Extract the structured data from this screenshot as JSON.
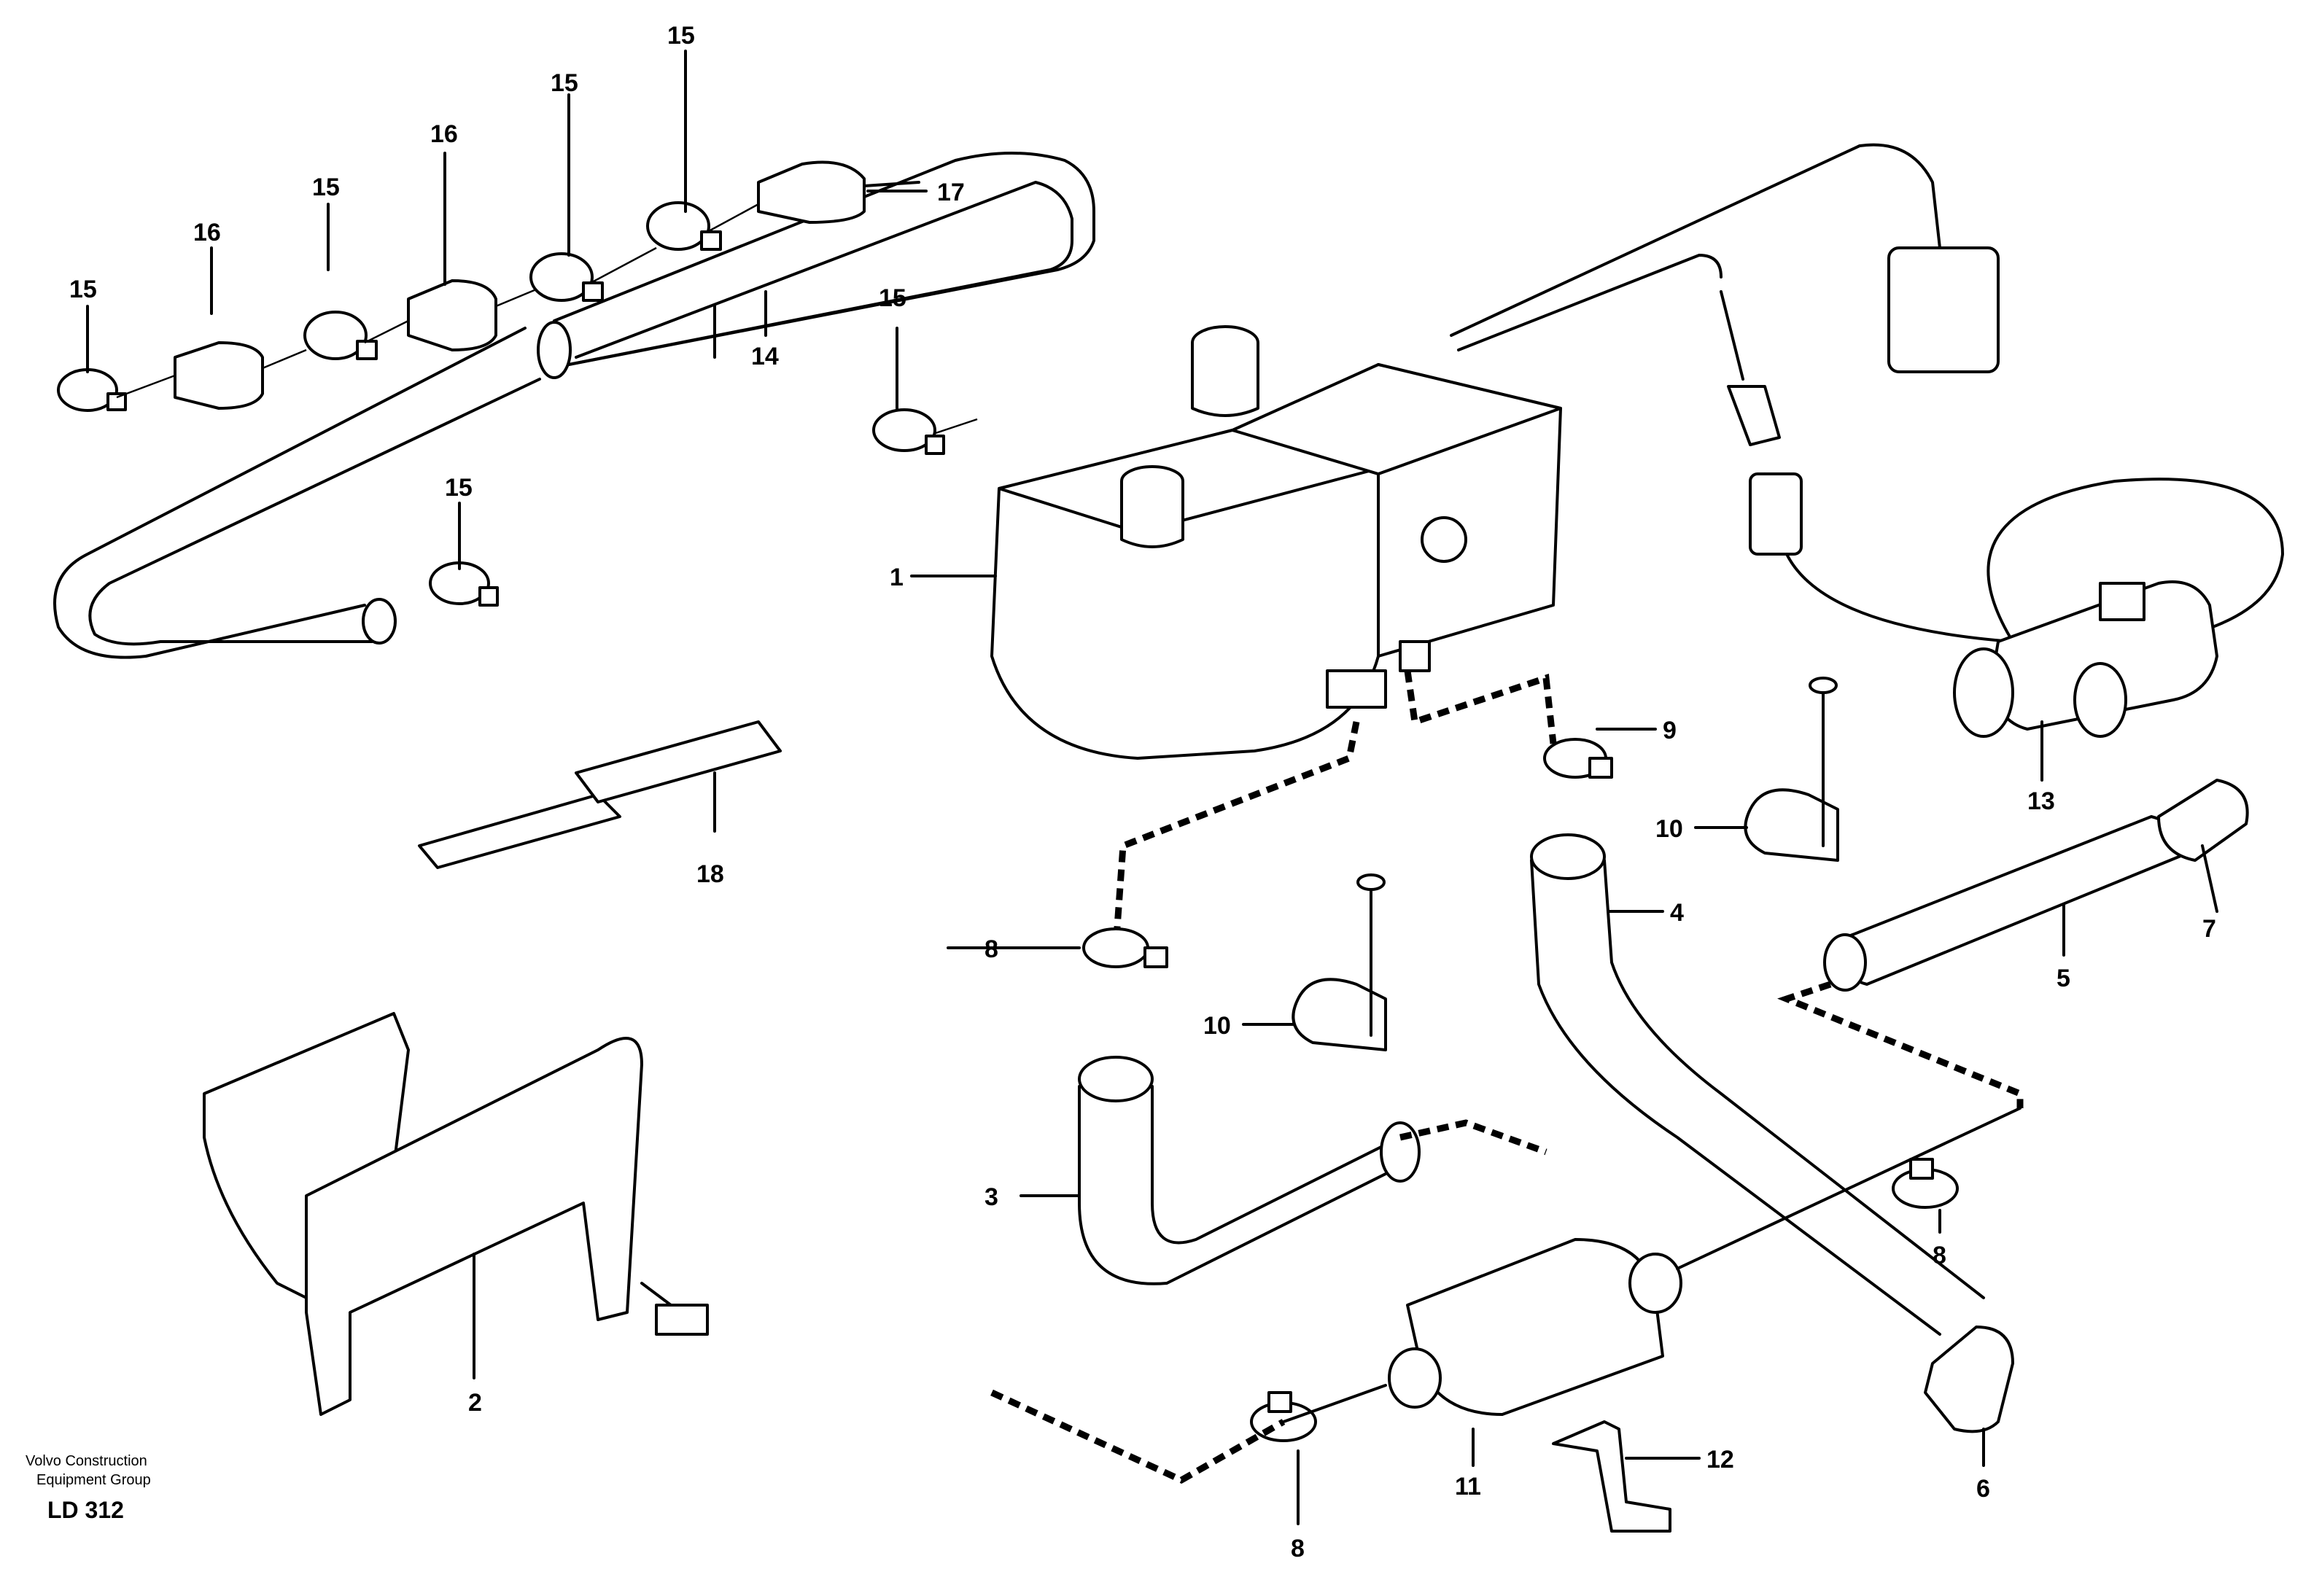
{
  "diagram": {
    "labels": {
      "l1": "1",
      "l2": "2",
      "l3": "3",
      "l4": "4",
      "l5": "5",
      "l6": "6",
      "l7": "7",
      "l8a": "8",
      "l8b": "8",
      "l8c": "8",
      "l9": "9",
      "l10a": "10",
      "l10b": "10",
      "l11": "11",
      "l12": "12",
      "l13": "13",
      "l14": "14",
      "l15a": "15",
      "l15b": "15",
      "l15c": "15",
      "l15d": "15",
      "l15e": "15",
      "l15f": "15",
      "l16a": "16",
      "l16b": "16",
      "l17": "17",
      "l18": "18"
    },
    "footer": {
      "line1": "Volvo Construction",
      "line2": "Equipment Group",
      "code": "LD 312"
    }
  }
}
